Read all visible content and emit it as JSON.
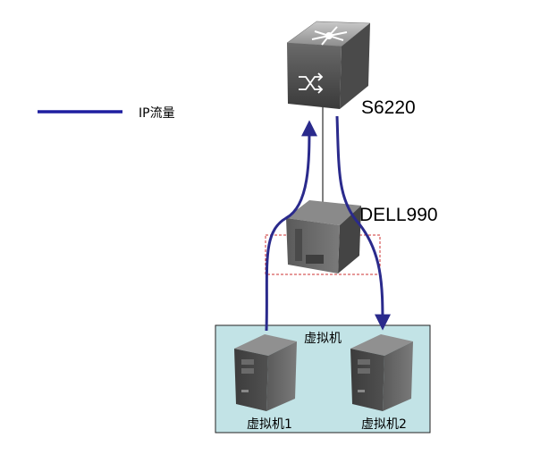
{
  "legend": {
    "label": "IP流量",
    "line_color": "#1e1ea0"
  },
  "devices": {
    "switch_label": "S6220",
    "server_label": "DELL990",
    "vm_group_label": "虚拟机",
    "vm1_label": "虚拟机1",
    "vm2_label": "虚拟机2"
  },
  "colors": {
    "flow": "#2a2a8c",
    "vm_box_fill": "#c2e3e6",
    "dashed_box": "#cc3333",
    "device_body": "#6d6d6d"
  }
}
